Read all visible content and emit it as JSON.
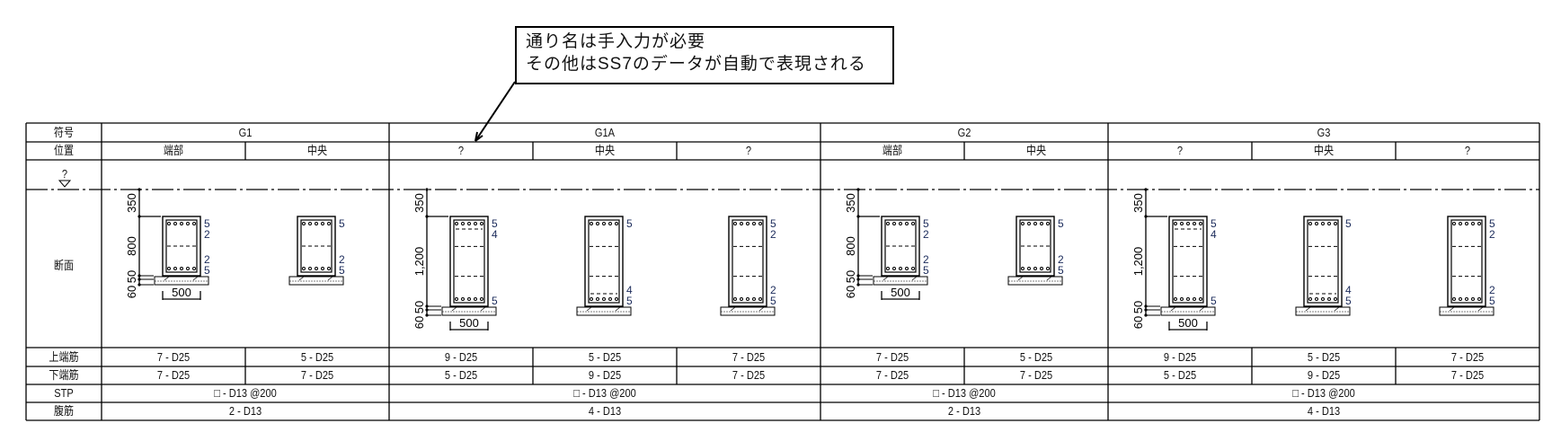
{
  "callout": {
    "line1": "通り名は手入力が必要",
    "line2": "その他はSS7のデータが自動で表現される"
  },
  "row_labels": {
    "symbol": "符号",
    "position": "位置",
    "level": "?",
    "section": "断面",
    "top_bar": "上端筋",
    "bottom_bar": "下端筋",
    "stp": "STP",
    "web_bar": "腹筋"
  },
  "dims": {
    "top": "350",
    "slab1": "50",
    "slab2": "60",
    "width": "500"
  },
  "colors": {
    "line": "#000000",
    "mark": "#1a2a5a"
  },
  "groups": [
    {
      "name": "G1",
      "depth_label": "800",
      "depth": 800,
      "stp": "□ - D13 @200",
      "web": "2 - D13",
      "cols": [
        {
          "position": "端部",
          "top": "7 - D25",
          "bottom": "7 - D25",
          "marks_top": [
            "5",
            "2"
          ],
          "marks_bottom": [
            "2",
            "5"
          ]
        },
        {
          "position": "中央",
          "top": "5 - D25",
          "bottom": "7 - D25",
          "marks_top": [
            "5"
          ],
          "marks_bottom": [
            "2",
            "5"
          ]
        }
      ]
    },
    {
      "name": "G1A",
      "depth_label": "1,200",
      "depth": 1200,
      "stp": "□ - D13 @200",
      "web": "4 - D13",
      "cols": [
        {
          "position": "?",
          "top": "9 - D25",
          "bottom": "5 - D25",
          "marks_top": [
            "5",
            "4"
          ],
          "marks_bottom": [
            "5"
          ]
        },
        {
          "position": "中央",
          "top": "5 - D25",
          "bottom": "9 - D25",
          "marks_top": [
            "5"
          ],
          "marks_bottom": [
            "4",
            "5"
          ]
        },
        {
          "position": "?",
          "top": "7 - D25",
          "bottom": "7 - D25",
          "marks_top": [
            "5",
            "2"
          ],
          "marks_bottom": [
            "2",
            "5"
          ]
        }
      ]
    },
    {
      "name": "G2",
      "depth_label": "800",
      "depth": 800,
      "stp": "□ - D13 @200",
      "web": "2 - D13",
      "cols": [
        {
          "position": "端部",
          "top": "7 - D25",
          "bottom": "7 - D25",
          "marks_top": [
            "5",
            "2"
          ],
          "marks_bottom": [
            "2",
            "5"
          ]
        },
        {
          "position": "中央",
          "top": "5 - D25",
          "bottom": "7 - D25",
          "marks_top": [
            "5"
          ],
          "marks_bottom": [
            "2",
            "5"
          ]
        }
      ]
    },
    {
      "name": "G3",
      "depth_label": "1,200",
      "depth": 1200,
      "stp": "□ - D13 @200",
      "web": "4 - D13",
      "cols": [
        {
          "position": "?",
          "top": "9 - D25",
          "bottom": "5 - D25",
          "marks_top": [
            "5",
            "4"
          ],
          "marks_bottom": [
            "5"
          ]
        },
        {
          "position": "中央",
          "top": "5 - D25",
          "bottom": "9 - D25",
          "marks_top": [
            "5"
          ],
          "marks_bottom": [
            "4",
            "5"
          ]
        },
        {
          "position": "?",
          "top": "7 - D25",
          "bottom": "7 - D25",
          "marks_top": [
            "5",
            "2"
          ],
          "marks_bottom": [
            "2",
            "5"
          ]
        }
      ]
    }
  ]
}
